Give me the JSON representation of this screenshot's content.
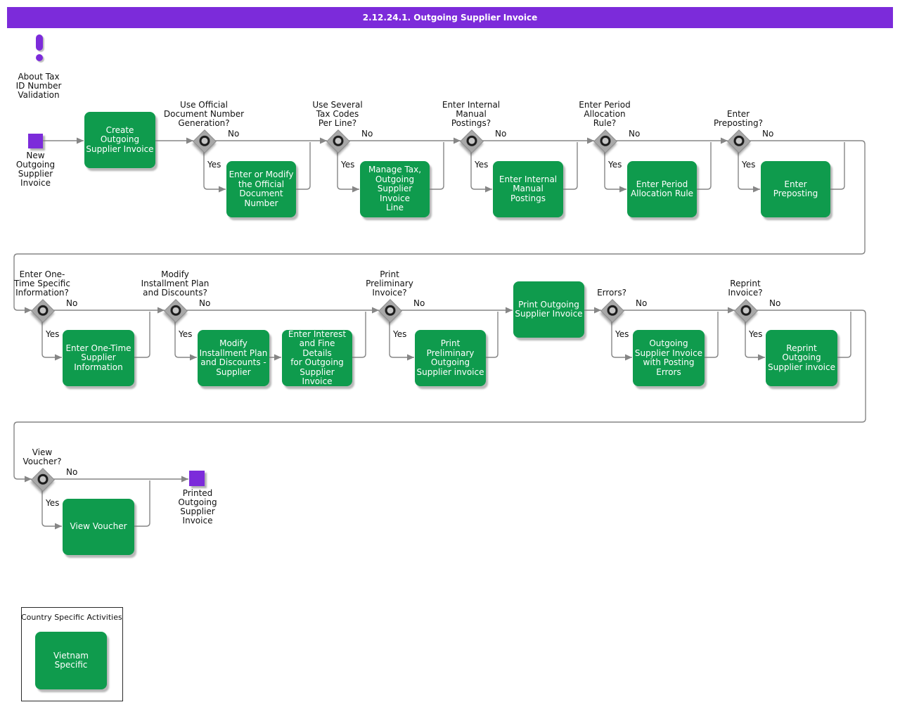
{
  "title_bar": {
    "title": "2.12.24.1. Outgoing Supplier Invoice"
  },
  "annotation": {
    "label": "About Tax\nID Number\nValidation"
  },
  "events": {
    "start": {
      "label": "New\nOutgoing\nSupplier\nInvoice"
    },
    "end": {
      "label": "Printed\nOutgoing\nSupplier\nInvoice"
    }
  },
  "decisions": [
    {
      "question": "Use Official\nDocument Number\nGeneration?",
      "no": "No",
      "yes": "Yes"
    },
    {
      "question": "Use Several\nTax Codes\nPer Line?",
      "no": "No",
      "yes": "Yes"
    },
    {
      "question": "Enter Internal\nManual\nPostings?",
      "no": "No",
      "yes": "Yes"
    },
    {
      "question": "Enter Period\nAllocation\nRule?",
      "no": "No",
      "yes": "Yes"
    },
    {
      "question": "Enter\nPreposting?",
      "no": "No",
      "yes": "Yes"
    },
    {
      "question": "Enter One-\nTime Specific\nInformation?",
      "no": "No",
      "yes": "Yes"
    },
    {
      "question": "Modify\nInstallment Plan\nand Discounts?",
      "no": "No",
      "yes": "Yes"
    },
    {
      "question": "Print\nPreliminary\nInvoice?",
      "no": "No",
      "yes": "Yes"
    },
    {
      "question": "Errors?",
      "no": "No",
      "yes": "Yes"
    },
    {
      "question": "Reprint\nInvoice?",
      "no": "No",
      "yes": "Yes"
    },
    {
      "question": "View\nVoucher?",
      "no": "No",
      "yes": "Yes"
    }
  ],
  "activities": [
    {
      "label": "Create Outgoing\nSupplier Invoice"
    },
    {
      "label": "Enter or Modify\nthe Official\nDocument\nNumber"
    },
    {
      "label": "Manage Tax,\nOutgoing\nSupplier Invoice\nLine"
    },
    {
      "label": "Enter Internal\nManual Postings"
    },
    {
      "label": "Enter Period\nAllocation Rule"
    },
    {
      "label": "Enter Preposting"
    },
    {
      "label": "Enter One-Time\nSupplier\nInformation"
    },
    {
      "label": "Modify\nInstallment Plan\nand Discounts -\nSupplier"
    },
    {
      "label": "Enter Interest\nand Fine Details\nfor Outgoing\nSupplier Invoice"
    },
    {
      "label": "Print Preliminary\nOutgoing\nSupplier invoice"
    },
    {
      "label": "Print Outgoing\nSupplier Invoice"
    },
    {
      "label": "Outgoing\nSupplier Invoice\nwith Posting\nErrors"
    },
    {
      "label": "Reprint Outgoing\nSupplier invoice"
    },
    {
      "label": "View Voucher"
    }
  ],
  "country_box": {
    "title": "Country Specific Activities",
    "activity": "Vietnam Specific"
  },
  "colors": {
    "purple": "#7C2BDA",
    "green": "#0F9B4D",
    "line": "#868686",
    "dgray": "#A8A8A8"
  }
}
